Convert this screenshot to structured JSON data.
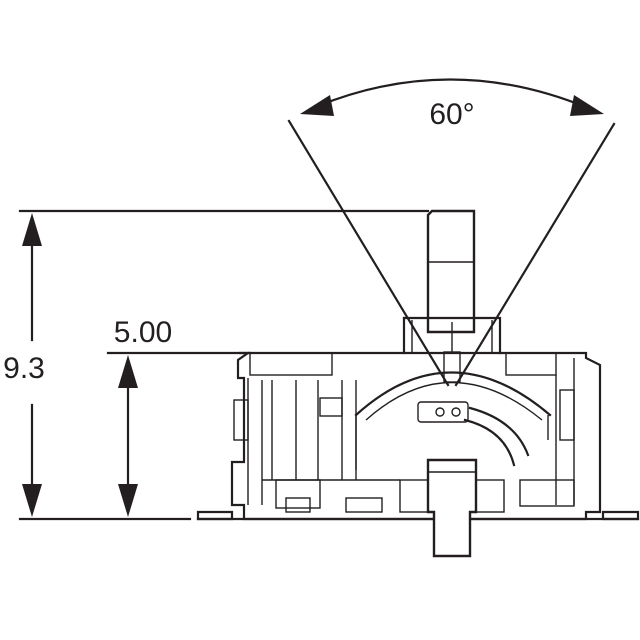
{
  "dimensions": {
    "angle_label": "60°",
    "total_height_label": "9.3",
    "body_height_label": "5.00"
  }
}
